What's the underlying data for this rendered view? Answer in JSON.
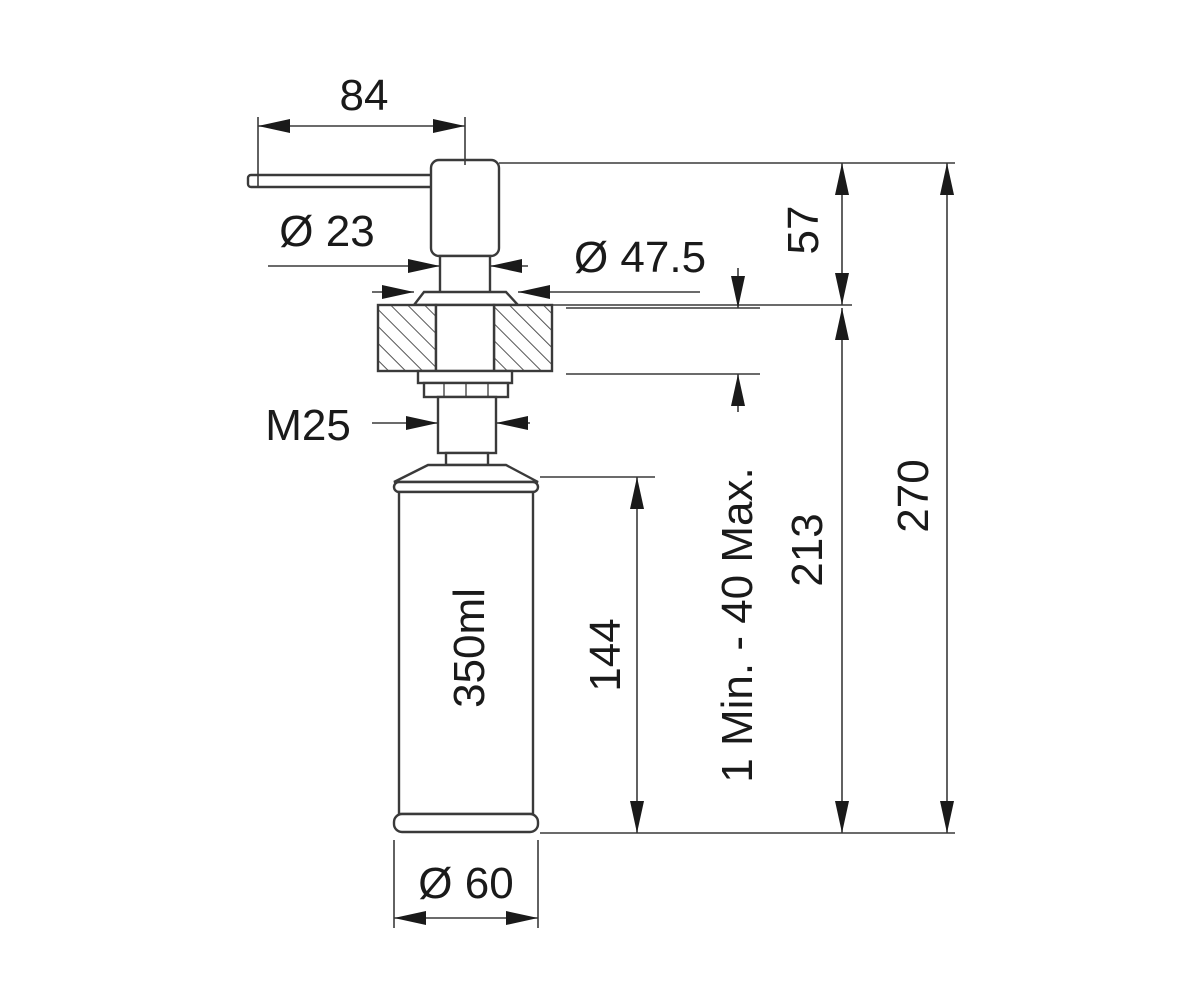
{
  "dimensions": {
    "spout_length": "84",
    "head_diameter": "Ø 23",
    "flange_diameter": "Ø 47.5",
    "thread": "M25",
    "head_height": "57",
    "countertop_thickness": "1 Min. - 40 Max.",
    "below_counter_height": "213",
    "total_height": "270",
    "bottle_height": "144",
    "bottle_volume": "350ml",
    "bottle_diameter": "Ø 60"
  },
  "colors": {
    "line": "#3a3a3a",
    "text": "#1a1a1a",
    "background": "#ffffff"
  }
}
